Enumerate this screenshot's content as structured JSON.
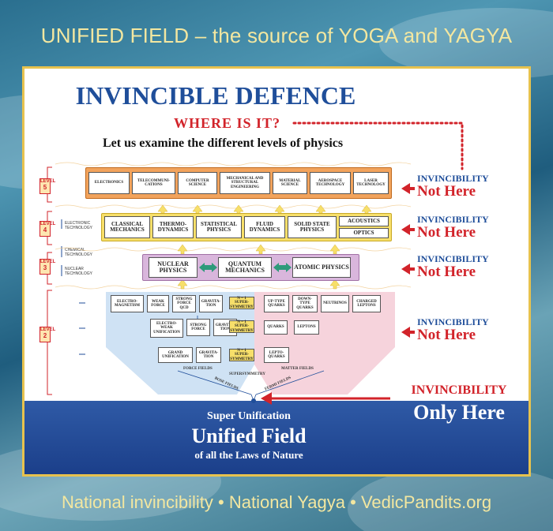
{
  "header": {
    "title": "UNIFIED FIELD – the source of YOGA and YAGYA"
  },
  "footer": {
    "text": "National invincibility • National Yagya • VedicPandits.org"
  },
  "poster": {
    "title": "INVINCIBLE DEFENCE",
    "question": "WHERE IS IT?",
    "subtitle": "Let us examine the different levels of physics"
  },
  "levels": [
    {
      "tag_word": "LEVEL",
      "num": "5"
    },
    {
      "tag_word": "LEVEL",
      "num": "4"
    },
    {
      "tag_word": "LEVEL",
      "num": "3"
    },
    {
      "tag_word": "LEVEL",
      "num": "2"
    }
  ],
  "technologies": {
    "electronic": "ELECTRONIC TECHNOLOGY",
    "chemical": "CHEMICAL TECHNOLOGY",
    "nuclear": "NUCLEAR TECHNOLOGY"
  },
  "level5_items": [
    "ELECTRONICS",
    "TELECOMMUNI- CATIONS",
    "COMPUTER SCIENCE",
    "MECHANICAL AND STRUCTURAL ENGINEERING",
    "MATERIAL SCIENCE",
    "AEROSPACE TECHNOLOGY",
    "LASER TECHNOLOGY"
  ],
  "level4_items": [
    "CLASSICAL MECHANICS",
    "THERMO- DYNAMICS",
    "STATISTICAL PHYSICS",
    "FLUID DYNAMICS",
    "SOLID STATE PHYSICS",
    "ACOUSTICS",
    "OPTICS"
  ],
  "level3_items": [
    "NUCLEAR PHYSICS",
    "QUANTUM MECHANICS",
    "ATOMIC PHYSICS"
  ],
  "level2_force": [
    "ELECTRO- MAGNETISM",
    "WEAK FORCE",
    "STRONG FORCE QCD",
    "GRAVITA- TION",
    "ELECTRO- WEAK UNIFICATION",
    "STRONG FORCE",
    "GRAVITA- TION",
    "GRAND UNIFICATION",
    "GRAVITA- TION"
  ],
  "level2_susy": [
    "N = 1 SUPER- SYMMETRY",
    "N = 1 SUPER- SYMMETRY",
    "N = 1 SUPER- SYMMETRY"
  ],
  "level2_matter": [
    "UP-TYPE QUARKS",
    "DOWN- TYPE QUARKS",
    "NEUTRINOS",
    "CHARGED LEPTONS",
    "QUARKS",
    "LEPTONS",
    "LEPTO- QUARKS"
  ],
  "diagram_labels": {
    "force_fields": "FORCE FIELDS",
    "matter_fields": "MATTER FIELDS",
    "supersymmetry": "SUPERSYMMETRY",
    "bose_fields": "BOSE FIELDS",
    "fermi_fields": "FERMI FIELDS"
  },
  "invincibility": {
    "word": "INVINCIBILITY",
    "not_here": "Not Here",
    "only_here": "Only Here"
  },
  "field": {
    "super": "Super Unification",
    "name": "Unified Field",
    "laws": "of all the Laws of Nature"
  }
}
